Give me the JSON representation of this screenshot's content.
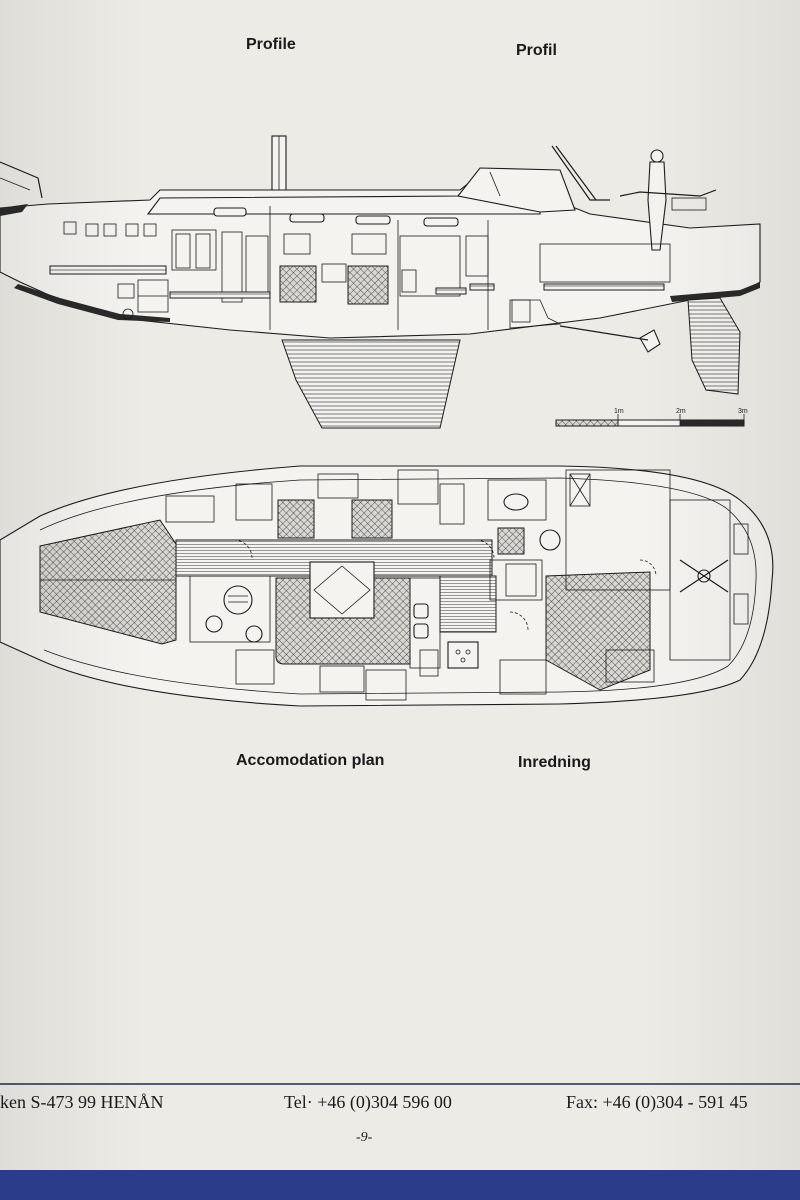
{
  "headings": {
    "profile_en": "Profile",
    "profile_sv": "Profil",
    "plan_en": "Accomodation plan",
    "plan_sv": "Inredning"
  },
  "scale_bar": {
    "labels": [
      "1m",
      "2m",
      "3m"
    ]
  },
  "footer": {
    "address": "ken S-473 99 HENÅN",
    "tel": "Tel· +46 (0)304   596 00",
    "fax": "Fax: +46 (0)304 - 591 45",
    "page": "-9-"
  },
  "colors": {
    "paper": "#ecebe6",
    "ink": "#1c1c1c",
    "background_fabric": "#2a3c8a"
  }
}
